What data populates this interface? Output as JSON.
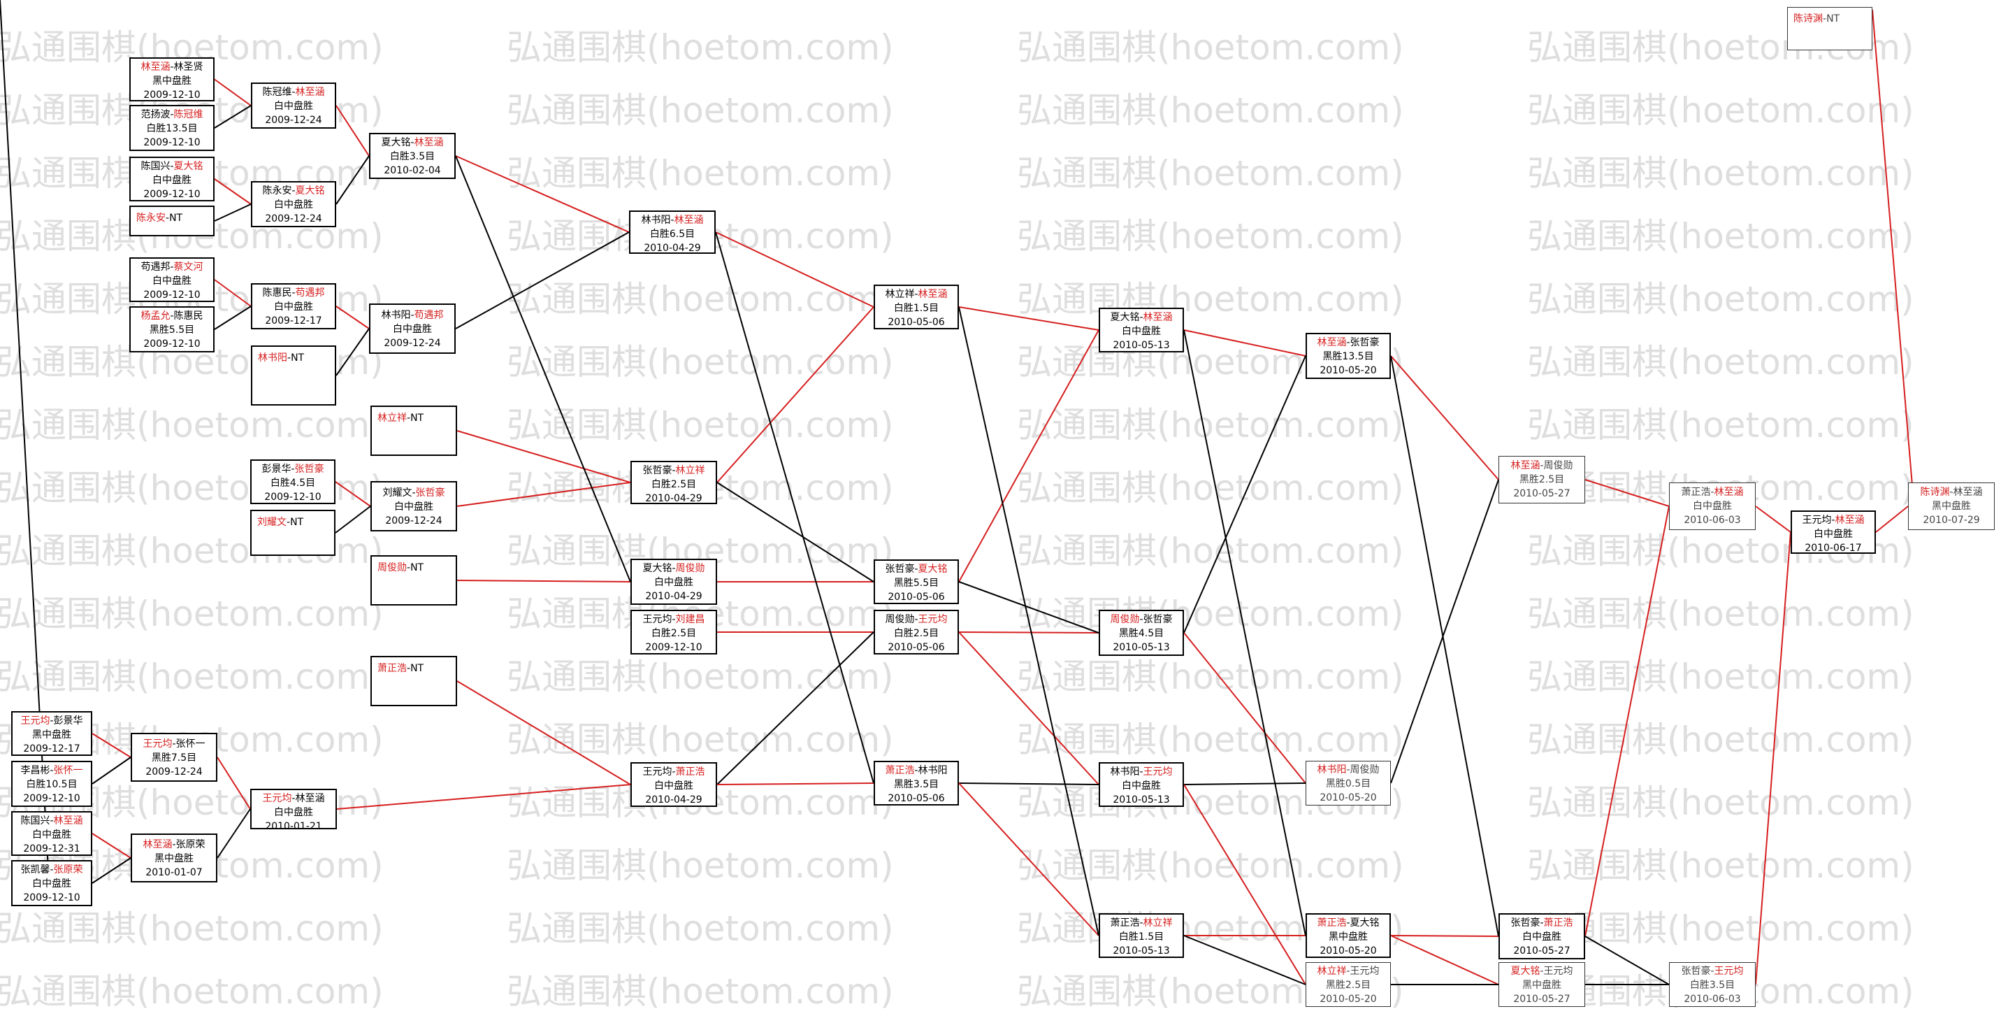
{
  "watermark_text": "弘通围棋(hoetom.com)",
  "colors": {
    "winner": "#d61f1f",
    "link_win": "#d61f1f",
    "link": "#000000"
  },
  "matches": [
    {
      "id": "m1",
      "p1": "林至涵",
      "p2": "林圣贤",
      "w": 1,
      "result": "黑中盘胜",
      "date": "2009-12-10"
    },
    {
      "id": "m2",
      "p1": "范扬波",
      "p2": "陈冠维",
      "w": 2,
      "result": "白胜13.5目",
      "date": "2009-12-10"
    },
    {
      "id": "m3",
      "p1": "陈国兴",
      "p2": "夏大铭",
      "w": 2,
      "result": "白中盘胜",
      "date": "2009-12-10"
    },
    {
      "id": "m4",
      "p1": "陈永安",
      "p2": "NT",
      "w": 1,
      "result": "",
      "date": ""
    },
    {
      "id": "m5",
      "p1": "苟遇邦",
      "p2": "蔡文河",
      "w": 2,
      "result": "白中盘胜",
      "date": "2009-12-10"
    },
    {
      "id": "m6",
      "p1": "杨孟允",
      "p2": "陈惠民",
      "w": 1,
      "result": "黑胜5.5目",
      "date": "2009-12-10"
    },
    {
      "id": "m7",
      "p1": "彭景华",
      "p2": "张哲豪",
      "w": 2,
      "result": "白胜4.5目",
      "date": "2009-12-10"
    },
    {
      "id": "m8",
      "p1": "刘耀文",
      "p2": "NT",
      "w": 1,
      "result": "",
      "date": ""
    },
    {
      "id": "m9",
      "p1": "王元均",
      "p2": "彭景华",
      "w": 1,
      "result": "黑中盘胜",
      "date": "2009-12-17"
    },
    {
      "id": "m10",
      "p1": "李昌彬",
      "p2": "张怀一",
      "w": 2,
      "result": "白胜10.5目",
      "date": "2009-12-10"
    },
    {
      "id": "m11",
      "p1": "陈国兴",
      "p2": "林至涵",
      "w": 2,
      "result": "白中盘胜",
      "date": "2009-12-31"
    },
    {
      "id": "m12",
      "p1": "张凯馨",
      "p2": "张原荣",
      "w": 2,
      "result": "白中盘胜",
      "date": "2009-12-10"
    },
    {
      "id": "m13",
      "p1": "陈冠维",
      "p2": "林至涵",
      "w": 2,
      "result": "白中盘胜",
      "date": "2009-12-24"
    },
    {
      "id": "m14",
      "p1": "陈永安",
      "p2": "夏大铭",
      "w": 2,
      "result": "白中盘胜",
      "date": "2009-12-24"
    },
    {
      "id": "m15",
      "p1": "陈惠民",
      "p2": "苟遇邦",
      "w": 2,
      "result": "白中盘胜",
      "date": "2009-12-17"
    },
    {
      "id": "m16",
      "p1": "林书阳",
      "p2": "NT",
      "w": 1,
      "result": "",
      "date": ""
    },
    {
      "id": "m17",
      "p1": "王元均",
      "p2": "张怀一",
      "w": 1,
      "result": "黑胜7.5目",
      "date": "2009-12-24"
    },
    {
      "id": "m18",
      "p1": "林至涵",
      "p2": "张原荣",
      "w": 1,
      "result": "黑中盘胜",
      "date": "2010-01-07"
    },
    {
      "id": "m19",
      "p1": "夏大铭",
      "p2": "林至涵",
      "w": 2,
      "result": "白胜3.5目",
      "date": "2010-02-04"
    },
    {
      "id": "m20",
      "p1": "林书阳",
      "p2": "苟遇邦",
      "w": 2,
      "result": "白中盘胜",
      "date": "2009-12-24"
    },
    {
      "id": "m21",
      "p1": "林立祥",
      "p2": "NT",
      "w": 1,
      "result": "",
      "date": ""
    },
    {
      "id": "m22",
      "p1": "刘耀文",
      "p2": "张哲豪",
      "w": 2,
      "result": "白中盘胜",
      "date": "2009-12-24"
    },
    {
      "id": "m23",
      "p1": "周俊勋",
      "p2": "NT",
      "w": 1,
      "result": "",
      "date": ""
    },
    {
      "id": "m24",
      "p1": "萧正浩",
      "p2": "NT",
      "w": 1,
      "result": "",
      "date": ""
    },
    {
      "id": "m25",
      "p1": "王元均",
      "p2": "林至涵",
      "w": 1,
      "result": "白中盘胜",
      "date": "2010-01-21"
    },
    {
      "id": "m26",
      "p1": "林书阳",
      "p2": "林至涵",
      "w": 2,
      "result": "白胜6.5目",
      "date": "2010-04-29"
    },
    {
      "id": "m27",
      "p1": "张哲豪",
      "p2": "林立祥",
      "w": 2,
      "result": "白胜2.5目",
      "date": "2010-04-29"
    },
    {
      "id": "m28",
      "p1": "夏大铭",
      "p2": "周俊勋",
      "w": 2,
      "result": "白中盘胜",
      "date": "2010-04-29"
    },
    {
      "id": "m29",
      "p1": "王元均",
      "p2": "刘建昌",
      "w": 2,
      "result": "白胜2.5目",
      "date": "2009-12-10"
    },
    {
      "id": "m30",
      "p1": "王元均",
      "p2": "萧正浩",
      "w": 2,
      "result": "白中盘胜",
      "date": "2010-04-29"
    },
    {
      "id": "m31",
      "p1": "林立祥",
      "p2": "林至涵",
      "w": 2,
      "result": "白胜1.5目",
      "date": "2010-05-06"
    },
    {
      "id": "m32",
      "p1": "张哲豪",
      "p2": "夏大铭",
      "w": 2,
      "result": "黑胜5.5目",
      "date": "2010-05-06"
    },
    {
      "id": "m33",
      "p1": "周俊勋",
      "p2": "王元均",
      "w": 2,
      "result": "白胜2.5目",
      "date": "2010-05-06"
    },
    {
      "id": "m34",
      "p1": "萧正浩",
      "p2": "林书阳",
      "w": 1,
      "result": "黑胜3.5目",
      "date": "2010-05-06"
    },
    {
      "id": "m35",
      "p1": "夏大铭",
      "p2": "林至涵",
      "w": 2,
      "result": "白中盘胜",
      "date": "2010-05-13"
    },
    {
      "id": "m36",
      "p1": "周俊勋",
      "p2": "张哲豪",
      "w": 1,
      "result": "黑胜4.5目",
      "date": "2010-05-13"
    },
    {
      "id": "m37",
      "p1": "林书阳",
      "p2": "王元均",
      "w": 2,
      "result": "白中盘胜",
      "date": "2010-05-13"
    },
    {
      "id": "m38",
      "p1": "萧正浩",
      "p2": "林立祥",
      "w": 2,
      "result": "白胜1.5目",
      "date": "2010-05-13"
    },
    {
      "id": "m39",
      "p1": "林至涵",
      "p2": "张哲豪",
      "w": 1,
      "result": "黑胜13.5目",
      "date": "2010-05-20"
    },
    {
      "id": "m40",
      "p1": "林书阳",
      "p2": "周俊勋",
      "w": 1,
      "result": "黑胜0.5目",
      "date": "2010-05-20",
      "thin": true
    },
    {
      "id": "m41",
      "p1": "萧正浩",
      "p2": "夏大铭",
      "w": 1,
      "result": "黑中盘胜",
      "date": "2010-05-20"
    },
    {
      "id": "m42",
      "p1": "林立祥",
      "p2": "王元均",
      "w": 1,
      "result": "黑胜2.5目",
      "date": "2010-05-20",
      "thin": true
    },
    {
      "id": "m43",
      "p1": "林至涵",
      "p2": "周俊勋",
      "w": 1,
      "result": "黑胜2.5目",
      "date": "2010-05-27",
      "thin": true
    },
    {
      "id": "m44",
      "p1": "张哲豪",
      "p2": "萧正浩",
      "w": 2,
      "result": "白中盘胜",
      "date": "2010-05-27"
    },
    {
      "id": "m45",
      "p1": "夏大铭",
      "p2": "王元均",
      "w": 1,
      "result": "黑中盘胜",
      "date": "2010-05-27",
      "thin": true
    },
    {
      "id": "m46",
      "p1": "萧正浩",
      "p2": "林至涵",
      "w": 2,
      "result": "白中盘胜",
      "date": "2010-06-03",
      "thin": true
    },
    {
      "id": "m47",
      "p1": "张哲豪",
      "p2": "王元均",
      "w": 2,
      "result": "白胜3.5目",
      "date": "2010-06-03",
      "thin": true
    },
    {
      "id": "m48",
      "p1": "王元均",
      "p2": "林至涵",
      "w": 2,
      "result": "白中盘胜",
      "date": "2010-06-17"
    },
    {
      "id": "m49",
      "p1": "陈诗渊",
      "p2": "NT",
      "w": 1,
      "result": "",
      "date": "",
      "thin": true
    },
    {
      "id": "m50",
      "p1": "陈诗渊",
      "p2": "林至涵",
      "w": 1,
      "result": "黑中盘胜",
      "date": "2010-07-29",
      "thin": true
    }
  ]
}
